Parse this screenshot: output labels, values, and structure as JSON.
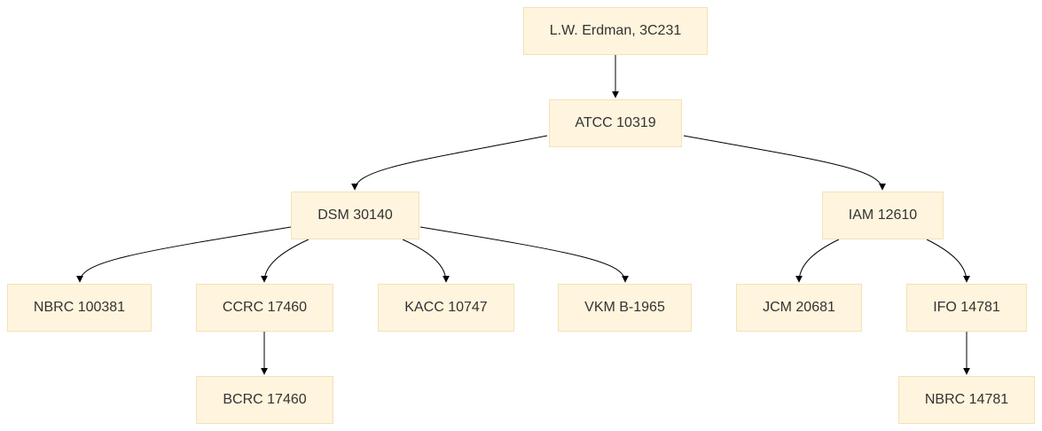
{
  "nodes": {
    "n1": "L.W. Erdman, 3C231",
    "n2": "ATCC 10319",
    "n3": "DSM 30140",
    "n4": "IAM 12610",
    "n5": "NBRC 100381",
    "n6": "CCRC 17460",
    "n7": "KACC 10747",
    "n8": "VKM B-1965",
    "n9": "JCM 20681",
    "n10": "IFO 14781",
    "n11": "BCRC 17460",
    "n12": "NBRC 14781"
  },
  "edges": [
    {
      "from": "n1",
      "to": "n2"
    },
    {
      "from": "n2",
      "to": "n3"
    },
    {
      "from": "n2",
      "to": "n4"
    },
    {
      "from": "n3",
      "to": "n5"
    },
    {
      "from": "n3",
      "to": "n6"
    },
    {
      "from": "n3",
      "to": "n7"
    },
    {
      "from": "n3",
      "to": "n8"
    },
    {
      "from": "n4",
      "to": "n9"
    },
    {
      "from": "n4",
      "to": "n10"
    },
    {
      "from": "n6",
      "to": "n11"
    },
    {
      "from": "n10",
      "to": "n12"
    }
  ]
}
